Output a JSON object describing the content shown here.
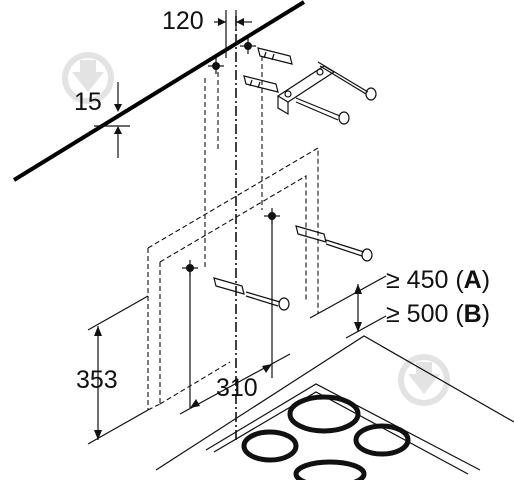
{
  "dimensions": {
    "top_width": "120",
    "wall_offset": "15",
    "hob_to_hood_height": "353",
    "bottom_width": "310",
    "clearance_a_prefix": "≥ 450 (",
    "clearance_a_letter": "A",
    "clearance_a_suffix": ")",
    "clearance_b_prefix": "≥ 500 (",
    "clearance_b_letter": "B",
    "clearance_b_suffix": ")"
  },
  "icons": [
    "wall-plug-icon",
    "screw-icon",
    "mounting-bracket-icon",
    "drill-hole-icon",
    "hob-burner-icon",
    "watermark-icon"
  ],
  "colors": {
    "line": "#111111",
    "watermark": "#e3e3e3"
  }
}
